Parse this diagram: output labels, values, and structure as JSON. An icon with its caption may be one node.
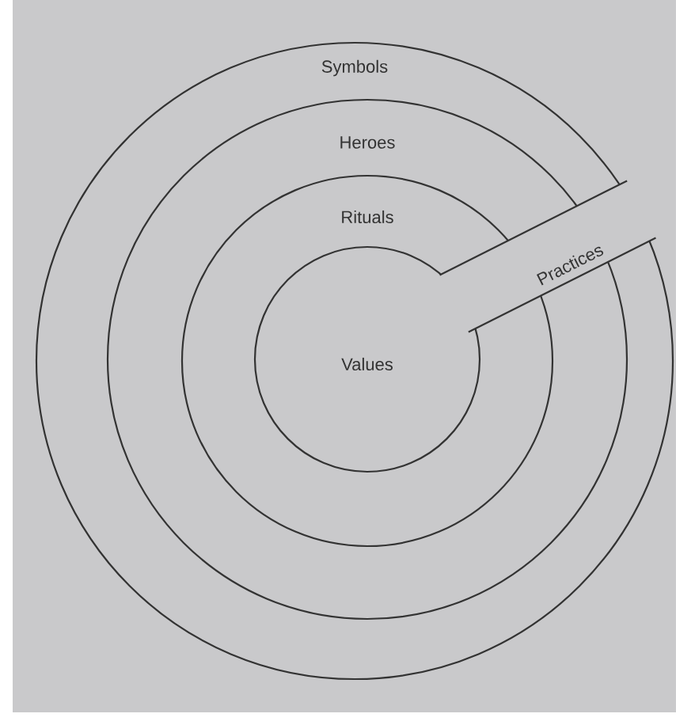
{
  "diagram": {
    "nodes": [
      {
        "text": [
          "Symbols"
        ]
      },
      {
        "text": [
          "Heroes"
        ],
        "in": 0
      },
      {
        "text": [
          "Rituals"
        ],
        "in": 1
      },
      {
        "text": [
          "Values"
        ],
        "in": 2
      },
      {
        "text": [
          "Practices"
        ],
        "in": 0
      }
    ]
  }
}
